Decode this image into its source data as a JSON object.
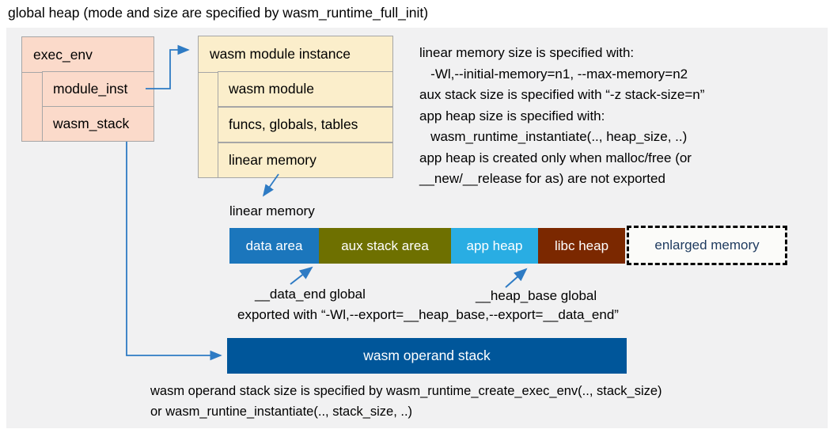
{
  "title": "global heap (mode and size are specified by wasm_runtime_full_init)",
  "exec_env_box": {
    "title": "exec_env",
    "rows": [
      "module_inst",
      "wasm_stack"
    ]
  },
  "module_instance_box": {
    "title": "wasm module instance",
    "rows": [
      "wasm module",
      "funcs, globals, tables",
      "linear memory"
    ]
  },
  "notes_top": {
    "lines": [
      "linear memory size is specified with:",
      "   -Wl,--initial-memory=n1, --max-memory=n2",
      "aux stack size is specified with “-z stack-size=n”",
      "app heap size is specified with:",
      "   wasm_runtime_instantiate(.., heap_size, ..)",
      "app heap is created only when malloc/free (or",
      "__new/__release for as) are not exported"
    ]
  },
  "linear_memory": {
    "label": "linear memory",
    "segments": [
      {
        "label": "data area",
        "color": "#1B76BC"
      },
      {
        "label": "aux stack area",
        "color": "#6E7000"
      },
      {
        "label": "app heap",
        "color": "#29ADE3"
      },
      {
        "label": "libc heap",
        "color": "#7B2800"
      },
      {
        "label": "enlarged memory",
        "color": "#FBFBF9",
        "border": "dashed",
        "text_color": "#1E3A5F"
      }
    ]
  },
  "annotations": {
    "data_end": "__data_end global",
    "heap_base": "__heap_base global",
    "exported": "exported with “-Wl,--export=__heap_base,--export=__data_end”"
  },
  "operand_stack": {
    "label": "wasm operand stack",
    "color": "#00569A"
  },
  "notes_bottom": {
    "lines": [
      "wasm operand stack size is specified by wasm_runtime_create_exec_env(.., stack_size)",
      "or wasm_runtine_instantiate(.., stack_size, ..)"
    ]
  },
  "colors": {
    "panel_bg": "#F1F1F2",
    "struct_box_fill": "#FBDACA",
    "instance_box_fill": "#FBEECB",
    "box_border": "#A6A6A6",
    "arrow": "#2E7BC4"
  }
}
